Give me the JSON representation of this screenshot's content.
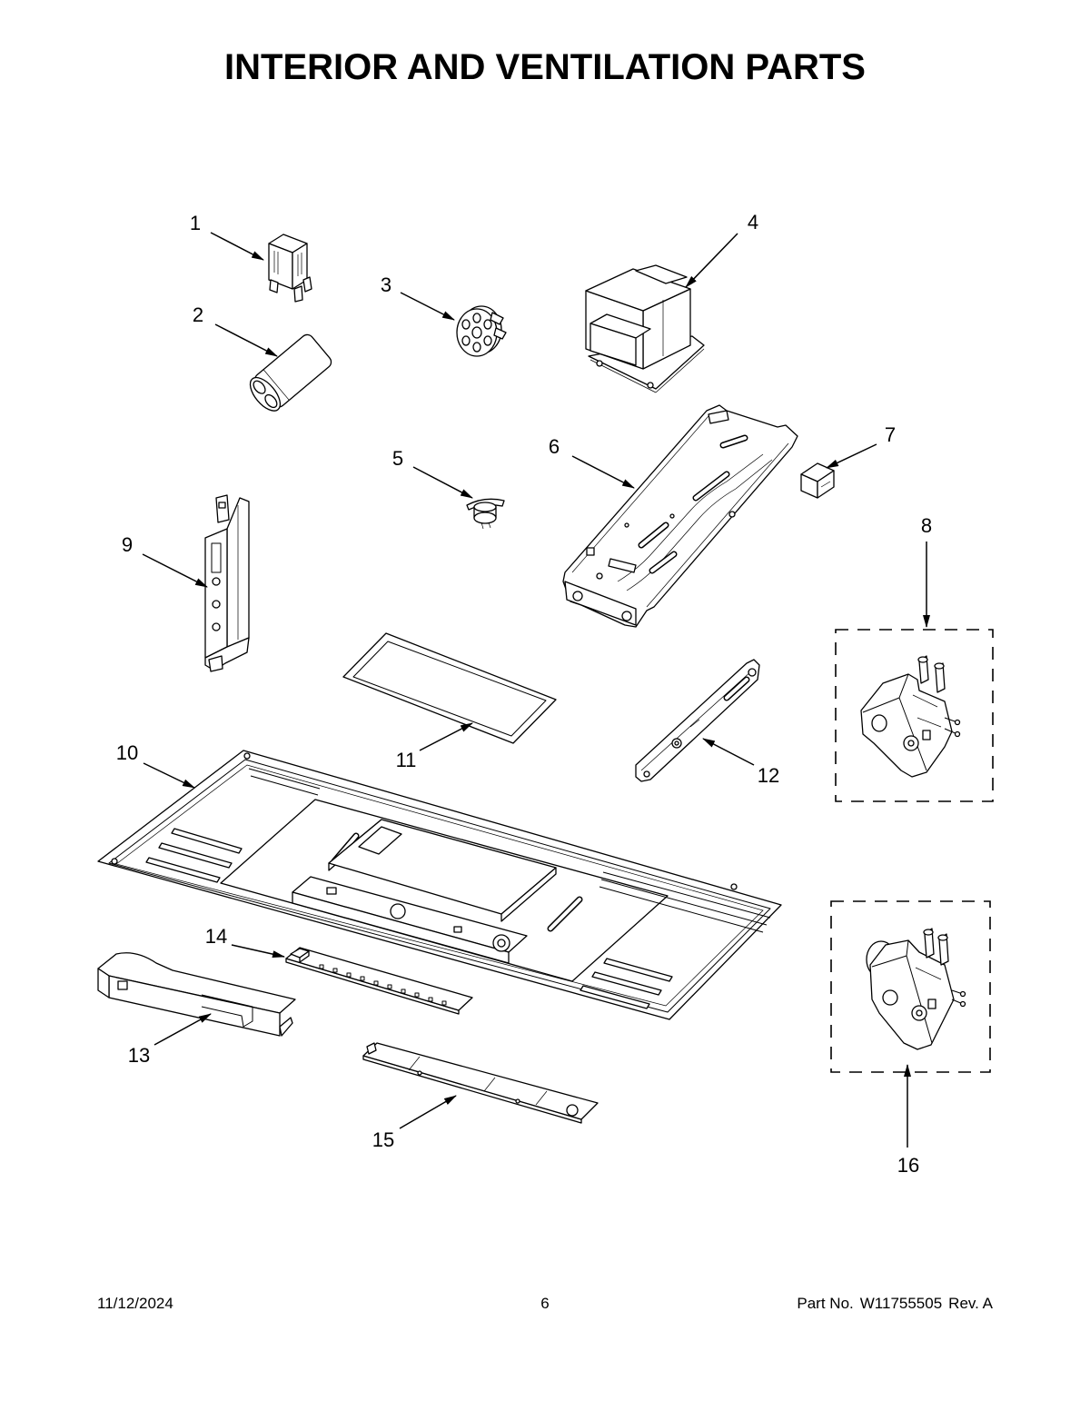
{
  "title": "INTERIOR AND VENTILATION PARTS",
  "callouts": [
    "1",
    "2",
    "3",
    "4",
    "5",
    "6",
    "7",
    "8",
    "9",
    "10",
    "11",
    "12",
    "13",
    "14",
    "15",
    "16"
  ],
  "footer": {
    "date": "11/12/2024",
    "page_number": "6",
    "part_no_label": "Part No.",
    "part_no": "W11755505",
    "revision": "Rev. A"
  }
}
